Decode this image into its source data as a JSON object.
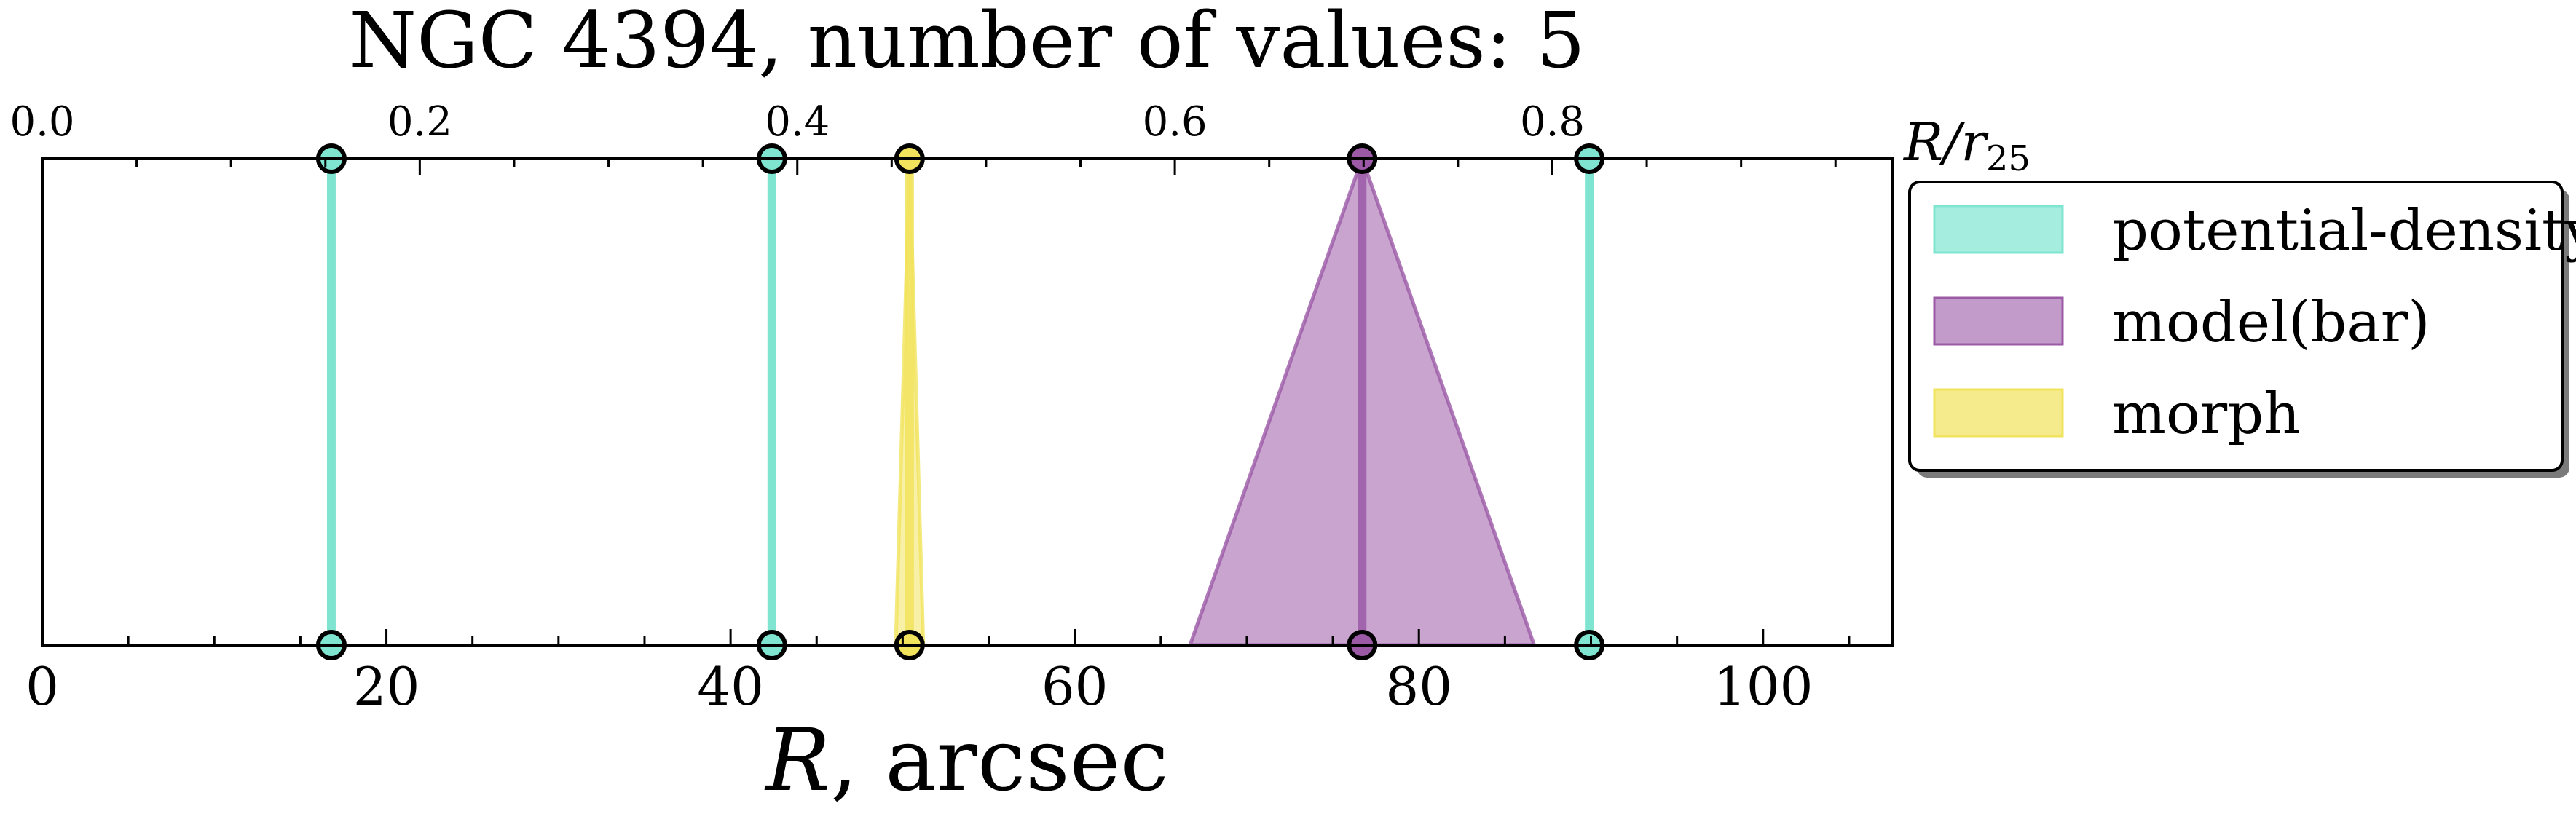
{
  "chart_data": {
    "type": "scatter",
    "title": "NGC 4394, number of values: 5",
    "xlabel": "R, arcsec",
    "xlabel_var": "R",
    "xlabel_unit": ", arcsec",
    "top_axis_label": "R/r25",
    "top_axis_label_base": "R/r",
    "top_axis_label_sub": "25",
    "xlim": [
      0,
      107.5
    ],
    "top_xlim": [
      0,
      0.98
    ],
    "x_ticks": [
      0,
      20,
      40,
      60,
      80,
      100
    ],
    "x_tick_labels": [
      "0",
      "20",
      "40",
      "60",
      "80",
      "100"
    ],
    "top_ticks": [
      0.0,
      0.2,
      0.4,
      0.6,
      0.8
    ],
    "top_tick_labels": [
      "0.0",
      "0.2",
      "0.4",
      "0.6",
      "0.8"
    ],
    "grid": false,
    "legend_position": "right",
    "series": [
      {
        "name": "potential-density",
        "color": "#7fe5d0",
        "values": [
          {
            "x": 16.8,
            "lo": 16.8,
            "hi": 16.8
          },
          {
            "x": 42.4,
            "lo": 42.4,
            "hi": 42.4
          },
          {
            "x": 89.9,
            "lo": 89.9,
            "hi": 89.9
          }
        ]
      },
      {
        "name": "model(bar)",
        "color": "#9b59a6",
        "values": [
          {
            "x": 76.7,
            "lo": 66.7,
            "hi": 86.7
          }
        ]
      },
      {
        "name": "morph",
        "color": "#f1e35c",
        "values": [
          {
            "x": 50.4,
            "lo": 49.6,
            "hi": 51.2
          }
        ]
      }
    ]
  },
  "legend": {
    "items": [
      {
        "label": "potential-density",
        "color": "#7fe5d0"
      },
      {
        "label": "model(bar)",
        "color": "#9b59a6"
      },
      {
        "label": "morph",
        "color": "#f1e35c"
      }
    ]
  }
}
